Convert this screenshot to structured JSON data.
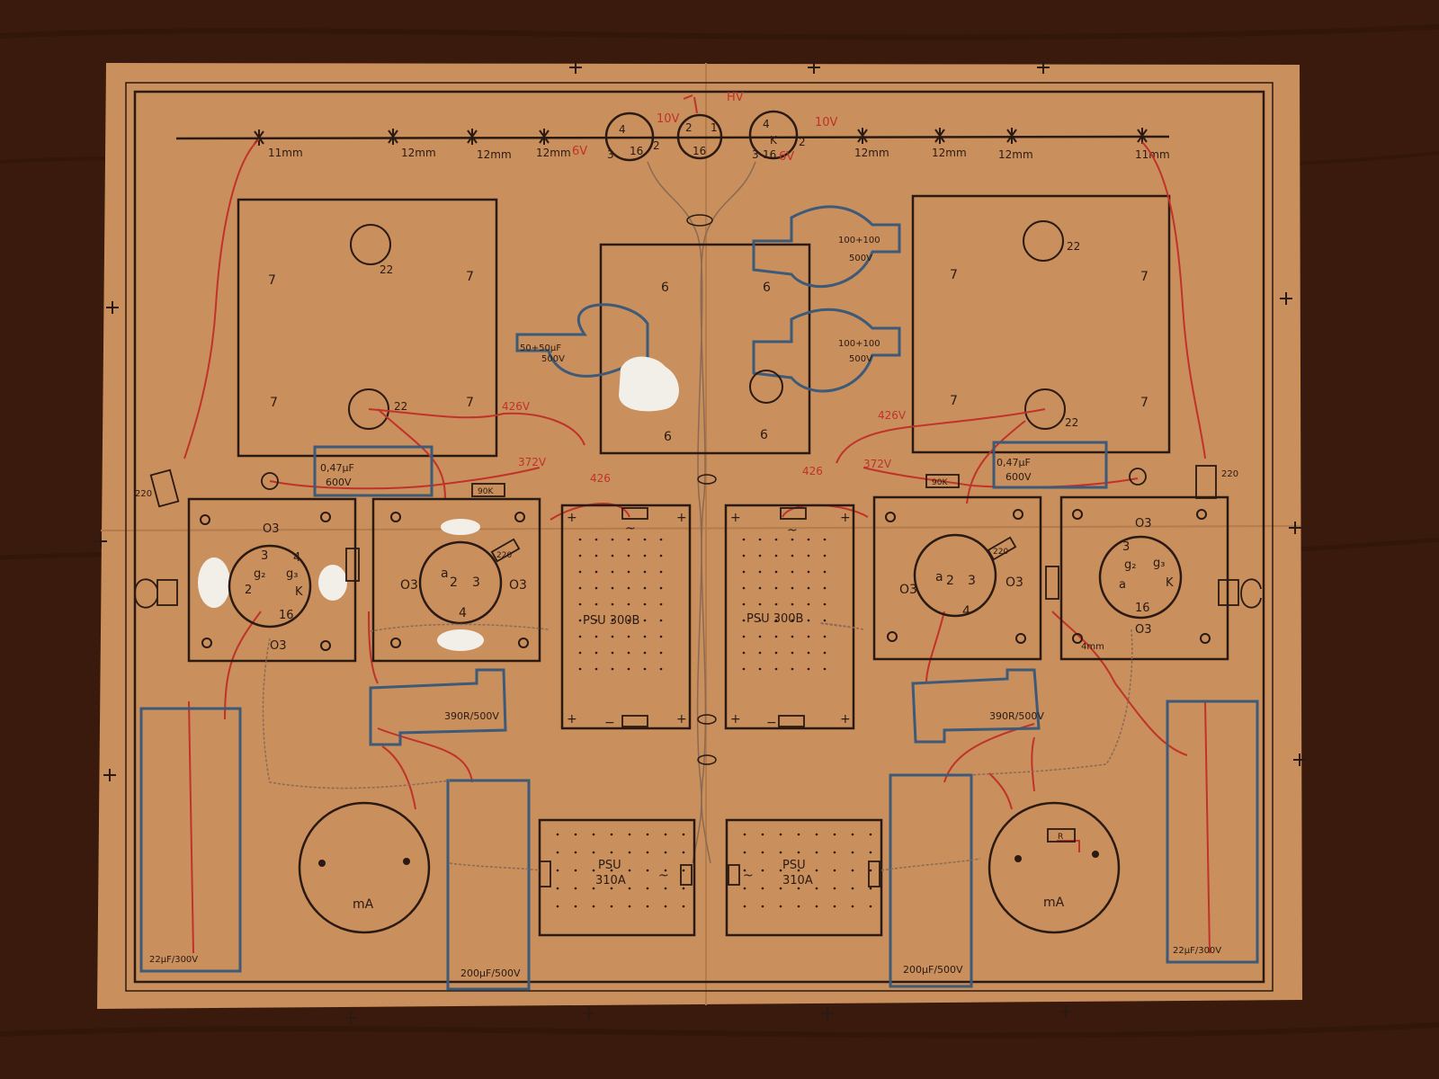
{
  "labels": {
    "heater_left": "10V",
    "heater_mid": "HV",
    "heater_right": "10V",
    "v6_left": "6V",
    "v6_right": "6V",
    "pin_1": "1",
    "pin_2": "2",
    "pin_3": "3",
    "pin_4": "4",
    "pin_k": "K",
    "pin_16": "16",
    "mm11_left": "11mm",
    "mm12_a": "12mm",
    "mm12_b": "12mm",
    "mm12_c": "12mm",
    "mm12_d": "12mm",
    "mm12_e": "12mm",
    "mm12_f": "12mm",
    "mm11_right": "11mm",
    "mount_22_a": "22",
    "mount_22_b": "22",
    "mount_22_c": "22",
    "mount_22_d": "22",
    "mount_6": "6",
    "mount_7": "7",
    "cap_50_50": "50+50µF",
    "cap_50_50_v": "500V",
    "cap_100_100_a": "100+100",
    "cap_100_100_a_v": "500V",
    "cap_100_100_b": "100+100",
    "cap_100_100_b_v": "500V",
    "volt_426_left": "426V",
    "volt_372_left": "372V",
    "volt_426_left_b": "426",
    "volt_426_right": "426V",
    "volt_372_right": "372V",
    "volt_426_right_b": "426",
    "cap_047_left": "0,47µF",
    "cap_047_left_v": "600V",
    "cap_047_right": "0,47µF",
    "cap_047_right_v": "600V",
    "res_90k_left": "90K",
    "res_90k_right": "90K",
    "res_220_left": "220",
    "res_220_right": "220",
    "res_220_side_left": "220",
    "res_220_side_right": "220",
    "g2": "g₂",
    "g3": "g₃",
    "a": "a",
    "psu_300b_left": "PSU 300B",
    "psu_300b_right": "PSU 300B",
    "psu_310a_left": "PSU\n310A",
    "psu_310a_left_l1": "PSU",
    "psu_310a_left_l2": "310A",
    "psu_310a_right_l1": "PSU",
    "psu_310a_right_l2": "310A",
    "res_390_left": "390R/500V",
    "res_390_right": "390R/500V",
    "cap_200_left": "200µF/500V",
    "cap_200_right": "200µF/500V",
    "cap_22_left": "22µF/300V",
    "cap_22_right": "22µF/300V",
    "meter_left": "mA",
    "meter_right": "mA",
    "meter_r": "R",
    "minus": "−",
    "plus": "+",
    "tilde": "~",
    "mm4": "4mm",
    "o3": "O3"
  },
  "colors": {
    "paper": "#c98f5c",
    "table": "#3a1a0c",
    "ink_black": "#2a1a12",
    "ink_red": "#c0322a",
    "ink_blue": "#3d5a78",
    "white_paint": "#f2efe8"
  }
}
